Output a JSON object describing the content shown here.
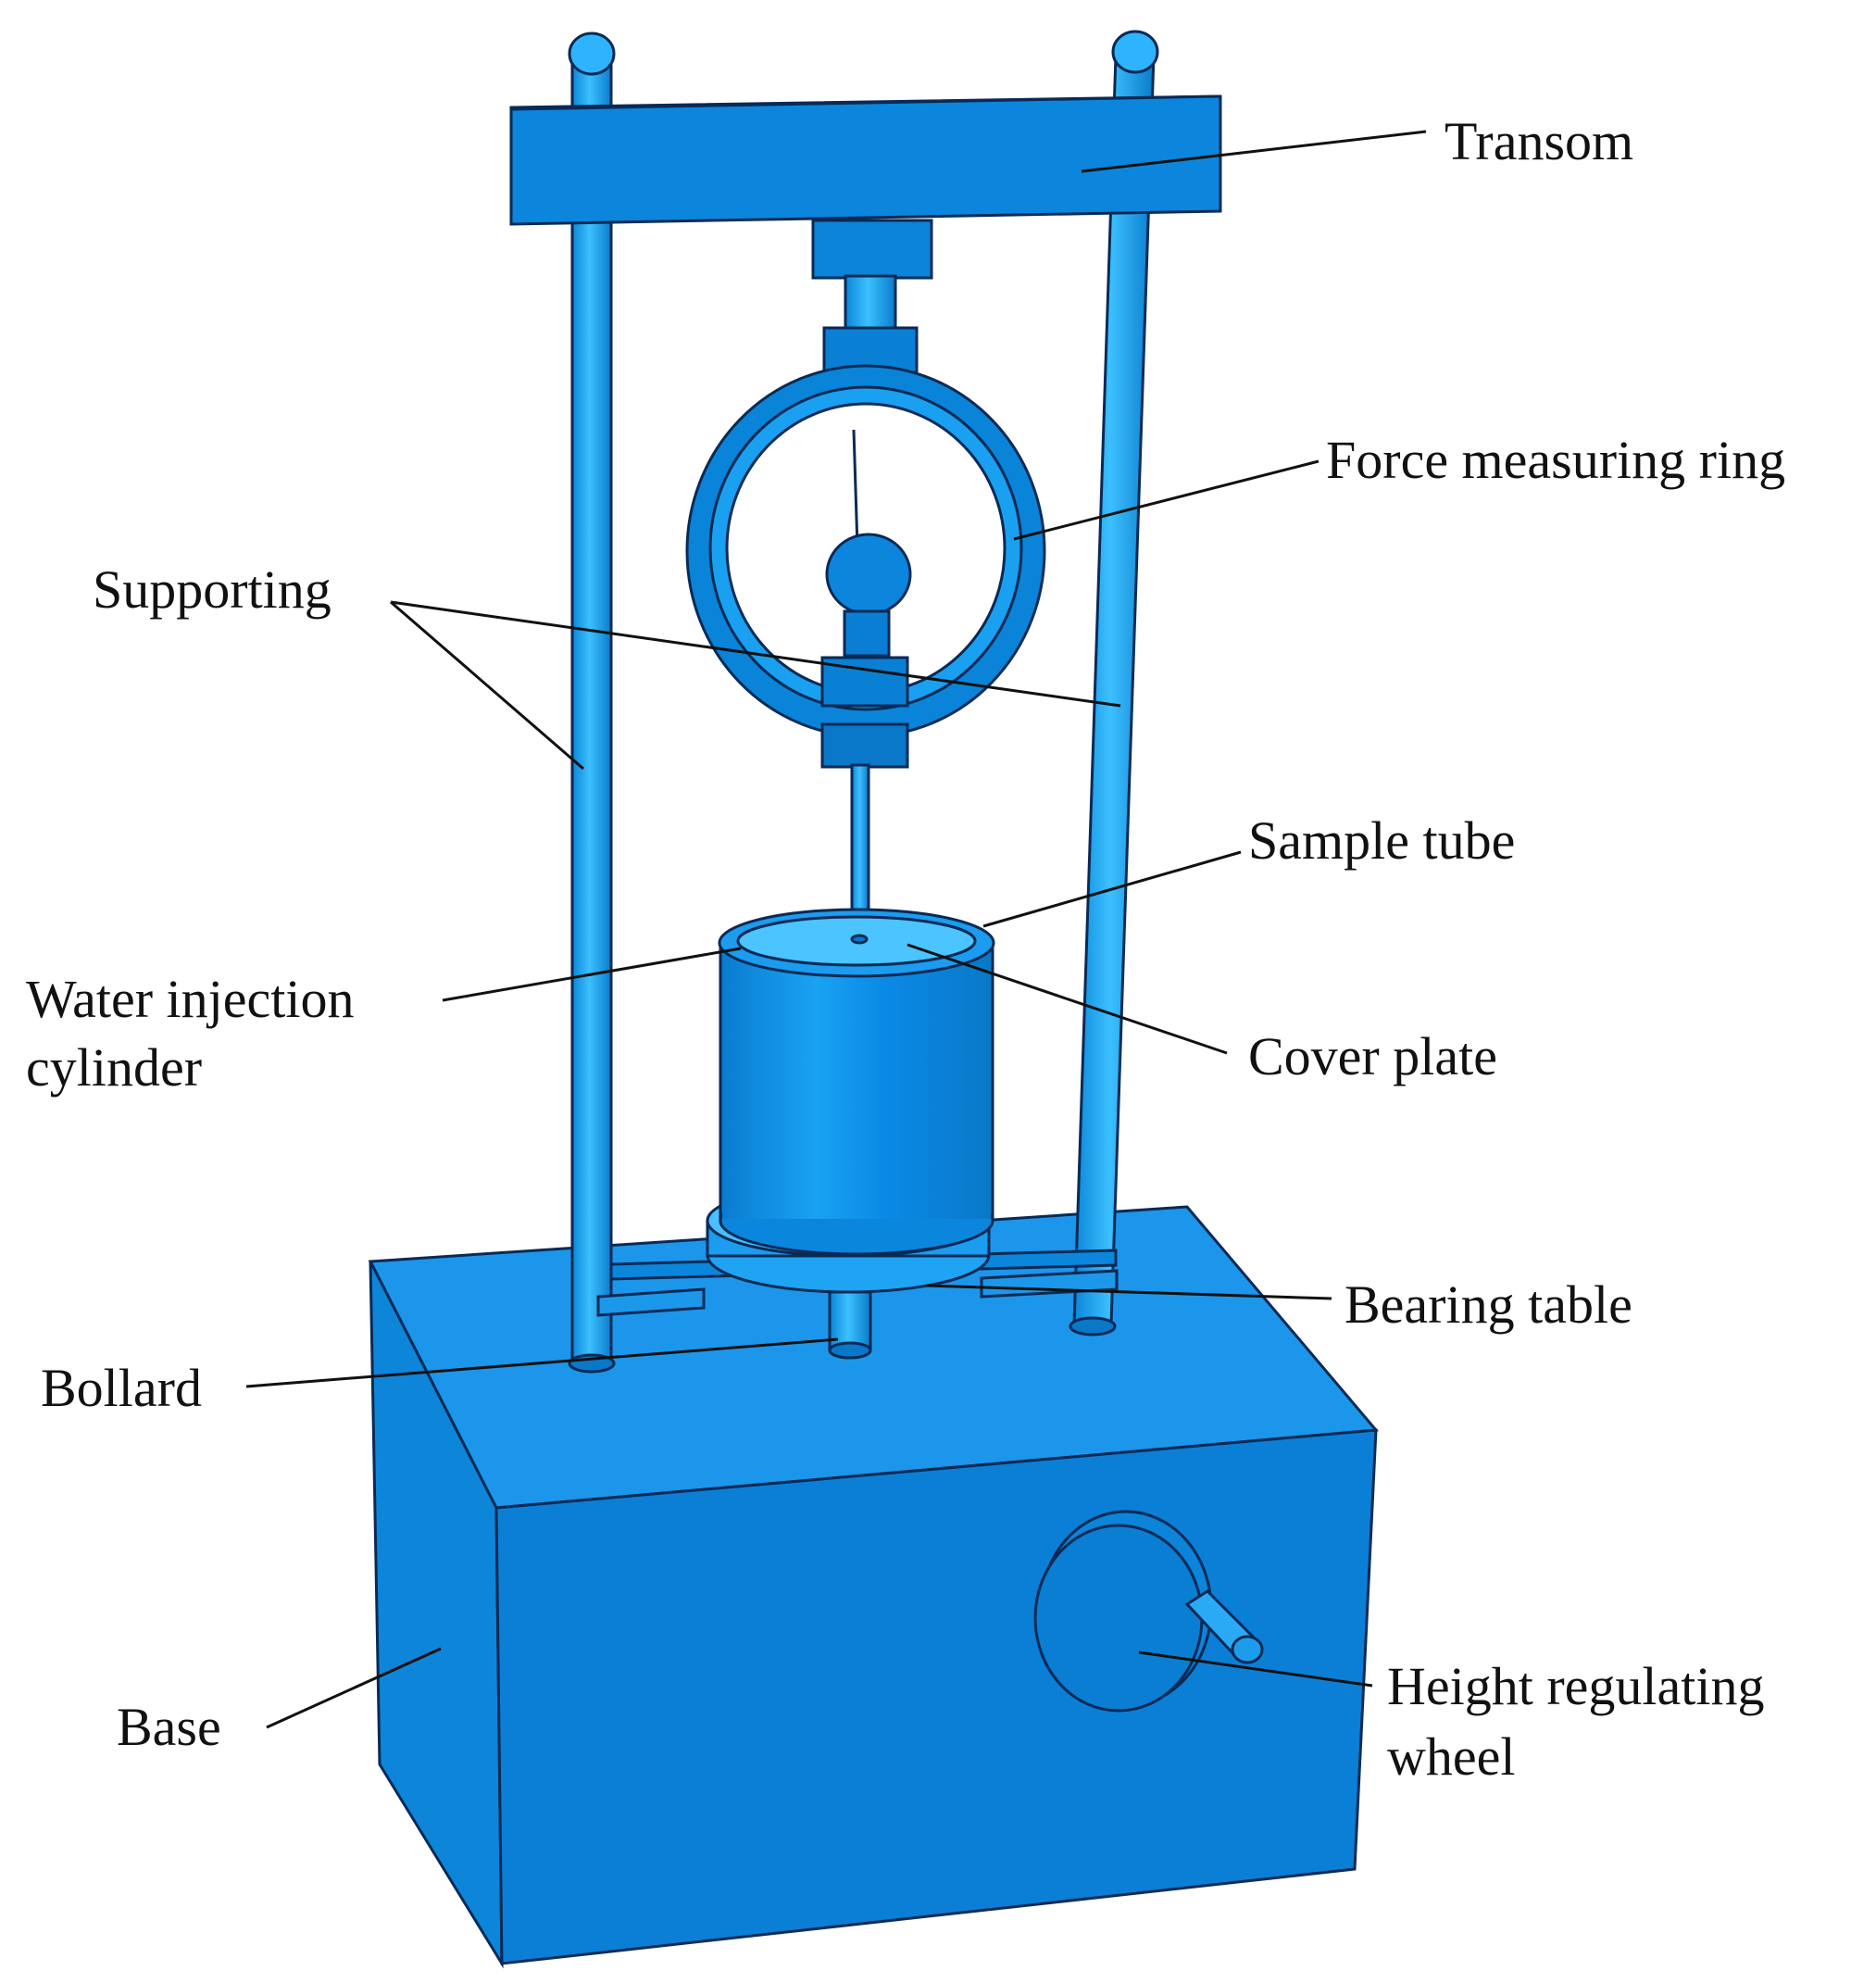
{
  "labels": {
    "transom": "Transom",
    "force_ring": "Force measuring ring",
    "supporting": "Supporting",
    "sample_tube": "Sample tube",
    "water_injection_1": "Water injection",
    "water_injection_2": "cylinder",
    "cover_plate": "Cover plate",
    "bearing_table": "Bearing table",
    "bollard": "Bollard",
    "base": "Base",
    "height_wheel_1": "Height regulating",
    "height_wheel_2": "wheel"
  },
  "colors": {
    "face_light": "#1ea0f0",
    "face_mid": "#0a8ae6",
    "face_dark": "#0070c8",
    "edge": "#0a2a55",
    "leader": "#111111",
    "text": "#111111"
  }
}
